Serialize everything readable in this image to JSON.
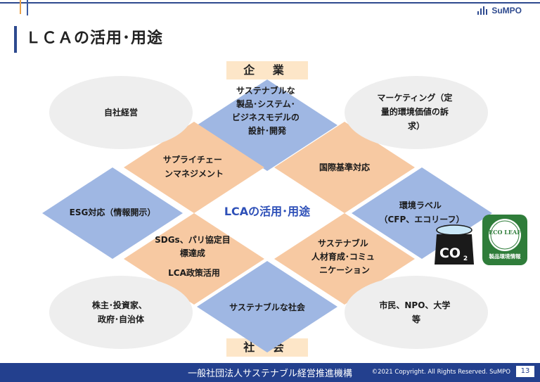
{
  "header": {
    "title": "ＬＣＡの活用･用途",
    "logo_text": "SuMPO"
  },
  "tags": {
    "top": "企 業",
    "bottom": "社 会"
  },
  "center_label": "LCAの活用･用途",
  "diamonds": {
    "top": [
      "サステナブルな",
      "製品･システム･",
      "ビジネスモデルの",
      "設計･開発"
    ],
    "upper_left": [
      "サプライチェー",
      "ンマネジメント"
    ],
    "upper_right": [
      "国際基準対応"
    ],
    "left": [
      "ESG対応（情報開示）"
    ],
    "right": [
      "環境ラベル",
      "（CFP、エコリーフ）"
    ],
    "lower_left": [
      "SDGs、パリ協定目",
      "標達成",
      "",
      "LCA政策活用"
    ],
    "lower_right": [
      "サステナブル",
      "人材育成･コミュ",
      "ニケーション"
    ],
    "bottom": [
      "サステナブルな社会"
    ]
  },
  "ellipses": {
    "top_left": [
      "自社経営"
    ],
    "top_right": [
      "マーケティング（定",
      "量的環境価値の訴",
      "求）"
    ],
    "bottom_left": [
      "株主･投資家、",
      "政府･自治体"
    ],
    "bottom_right": [
      "市民、NPO、大学",
      "等"
    ]
  },
  "badges": {
    "co2_label": "CO",
    "co2_sub": "2",
    "ecoleaf_label": "ECO LEAF",
    "ecoleaf_caption": "製品環境情報"
  },
  "footer": {
    "org": "一般社団法人サステナブル経営推進機構",
    "copyright": "©2021 Copyright. All Rights Reserved. SuMPO",
    "page": "13"
  },
  "colors": {
    "blue_diamond": "#9fb7e3",
    "orange_diamond": "#f7c9a2",
    "ellipse": "#eeeeee",
    "accent": "#23408e",
    "center_text": "#2e50b8"
  }
}
